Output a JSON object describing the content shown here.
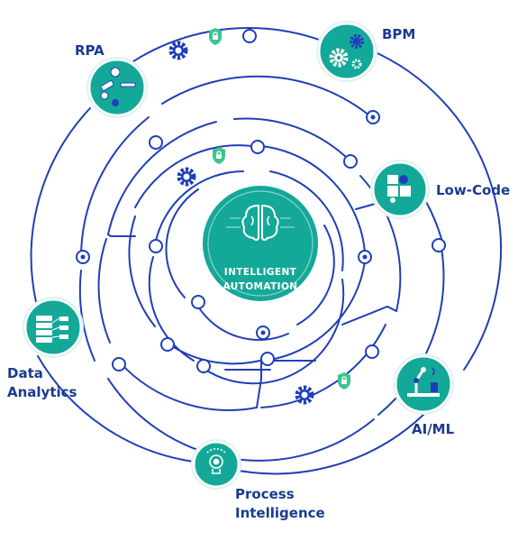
{
  "center": {
    "line1": "INTELLIGENT",
    "line2": "AUTOMATION"
  },
  "nodes": {
    "rpa": "RPA",
    "bpm": "BPM",
    "lowcode": "Low-Code",
    "data_analytics_1": "Data",
    "data_analytics_2": "Analytics",
    "aiml": "AI/ML",
    "process_intelligence_1": "Process",
    "process_intelligence_2": "Intelligence"
  },
  "colors": {
    "line": "#1f3fb8",
    "teal": "#14a899",
    "teal_dark": "#0e8a7d",
    "green": "#3ec48e",
    "text": "#1a3a8f"
  },
  "icons": [
    "brain-icon",
    "robot-arm-icon",
    "gears-icon",
    "puzzle-icon",
    "database-icon",
    "ai-robot-icon",
    "lightbulb-gear-icon",
    "shield-lock-icon",
    "gear-icon"
  ]
}
